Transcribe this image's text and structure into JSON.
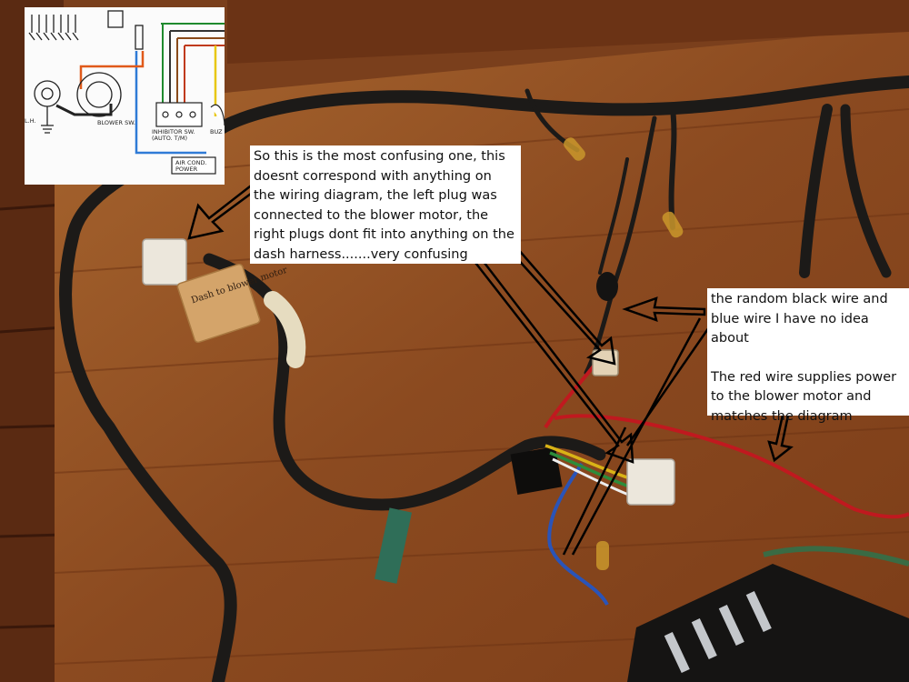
{
  "annotations": {
    "center_note": "So this is the most confusing one, this doesnt correspond with anything on the wiring diagram, the left plug was connected to the blower motor, the right plugs dont fit into anything on the dash harness.......very confusing",
    "right_note_1": "the random black wire and blue wire I have no idea about",
    "right_note_2": "The red wire supplies power to the blower motor and matches the diagram"
  },
  "diagram_inset": {
    "blower_label": "BLOWER SW.",
    "lh_label": "L.H.",
    "inhibitor_label": "INHIBITOR SW. (AUTO. T/M)",
    "buzzer_label": "BUZ",
    "aircond_label": "AIR COND. POWER"
  },
  "tag_text": "Dash to blower motor",
  "colors": {
    "wood_dark": "#6b3416",
    "wood_light": "#9a5a2c",
    "wire_red": "#c0191f",
    "wire_blue": "#2a54b8",
    "harness_black": "#1c1a18"
  }
}
